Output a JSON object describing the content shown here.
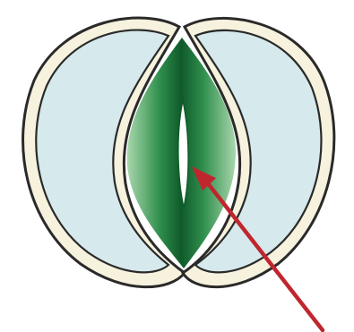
{
  "diagram": {
    "colors": {
      "background": "#ffffff",
      "cell_fill": "#d6e9ec",
      "cell_outline": "#2a2a2a",
      "cell_wall_band": "#f7f2de",
      "pore_green_dark": "#0f5a2a",
      "pore_green_mid": "#2f8f4c",
      "pore_green_light": "#a9d7ad",
      "pore_opening": "#ffffff",
      "arrow": "#c0262e"
    },
    "parts": [
      {
        "name": "left-guard-cell"
      },
      {
        "name": "right-guard-cell"
      },
      {
        "name": "central-pore"
      },
      {
        "name": "pointer-arrow"
      }
    ]
  }
}
